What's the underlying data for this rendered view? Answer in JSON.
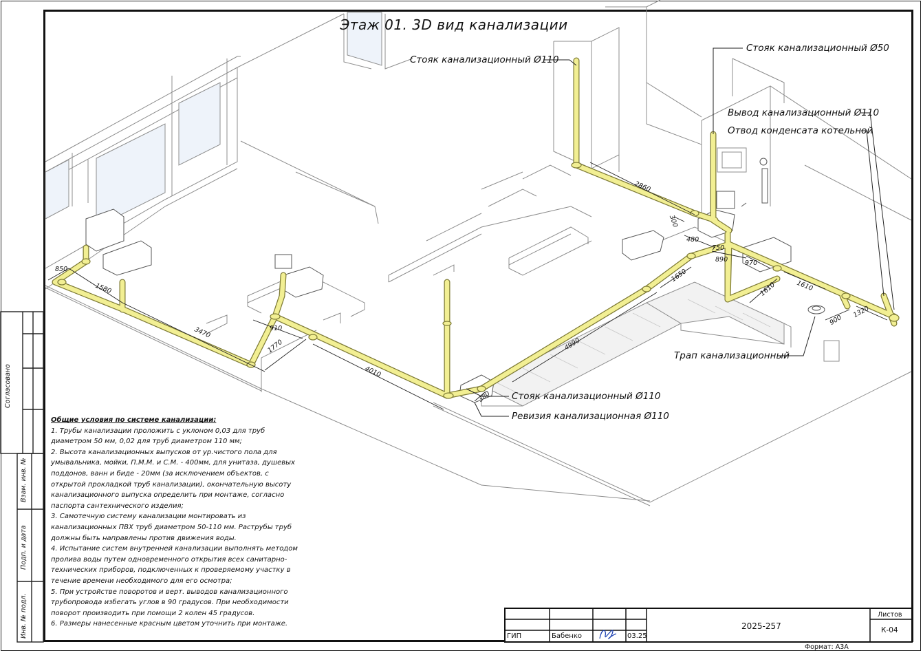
{
  "title": "Этаж 01. 3D вид канализации",
  "callouts": {
    "riser110_top": "Стояк канализационный Ø110",
    "riser50": "Стояк канализационный Ø50",
    "outlet110": "Вывод канализационный Ø110",
    "condensate": "Отвод конденсата котельной",
    "drain": "Трап канализационный",
    "riser110_mid": "Стояк канализационный Ø110",
    "revision110": "Ревизия канализационная Ø110"
  },
  "dimensions": {
    "d850": "850",
    "d1580": "1580",
    "d3470": "3470",
    "d910": "910",
    "d1770": "1770",
    "d4010": "4010",
    "d380": "380",
    "d4990": "4990",
    "d1650": "1650",
    "d2860": "2860",
    "d300": "300",
    "d480": "480",
    "d750": "750",
    "d890": "890",
    "d970": "970",
    "d1610a": "1610",
    "d1610b": "1610",
    "d1320": "1320",
    "d900": "900"
  },
  "notes": {
    "heading": "Общие условия по системе канализации:",
    "items": [
      "1. Трубы канализации проложить с уклоном 0,03 для труб диаметром 50 мм, 0,02 для труб диаметром 110 мм;",
      "2. Высота канализационных выпусков от ур.чистого пола для умывальника, мойки, П.М.М. и С.М. - 400мм, для унитаза, душевых поддонов, ванн и биде - 20мм (за исключением объектов, с открытой прокладкой труб канализации), окончательную высоту канализационного выпуска определить при монтаже, согласно паспорта сантехнического изделия;",
      "3. Самотечную систему канализации монтировать из канализационных ПВХ труб диаметром 50-110 мм. Раструбы труб должны быть направлены против движения воды.",
      "4. Испытание систем внутренней канализации выполнять методом пролива воды путем одновременного открытия всех санитарно-технических приборов, подключенных к проверяемому участку в течение времени необходимого для его осмотра;",
      "5. При устройстве поворотов и верт. выводов канализационного трубопровода избегать углов в 90 градусов. При необходимости поворот производить при помощи 2 колен 45 градусов.",
      "6. Размеры нанесенные красным цветом уточнить при монтаже."
    ]
  },
  "stamp": {
    "role": "ГИП",
    "name": "Бабенко",
    "date": "03.25",
    "project": "2025-257",
    "sheets_label": "Листов",
    "sheet_code": "К-04",
    "format": "Формат: А3А"
  },
  "side_labels": {
    "agreed": "Согласовано",
    "inv_swap": "Взам. инв. №",
    "sign_date": "Подп. и дата",
    "inv_orig": "Инв. № подл."
  },
  "colors": {
    "pipe": "#f2ef93",
    "pipe_edge": "#8a8640",
    "line": "#2a2a2a",
    "light": "#9a9a9a"
  }
}
